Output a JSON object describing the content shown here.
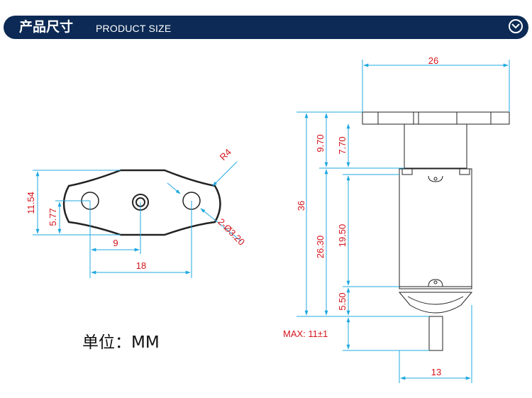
{
  "header": {
    "title_cn": "产品尺寸",
    "title_en": "PRODUCT SIZE",
    "icon": "chevron-down-circle-icon"
  },
  "colors": {
    "header_bg": "#0c2a55",
    "dimension": "#d4141b",
    "dimension_line": "#1fa8e0",
    "outline": "#222222"
  },
  "flange_view": {
    "height_label": "11.54",
    "half_height_label": "5.77",
    "hole_spacing_label": "9",
    "total_spacing_label": "18",
    "radius_label": "R4",
    "hole_label": "2-Ø3.20"
  },
  "side_view": {
    "width_label": "26",
    "total_label": "36",
    "flange_to_body_label": "9.70",
    "gearbox_label": "7.70",
    "body_label": "26.30",
    "can_label": "19.50",
    "endcap_label": "5.50",
    "shaft_label": "MAX: 11±1",
    "bottom_width_label": "13"
  },
  "unit_label": "单位：MM"
}
